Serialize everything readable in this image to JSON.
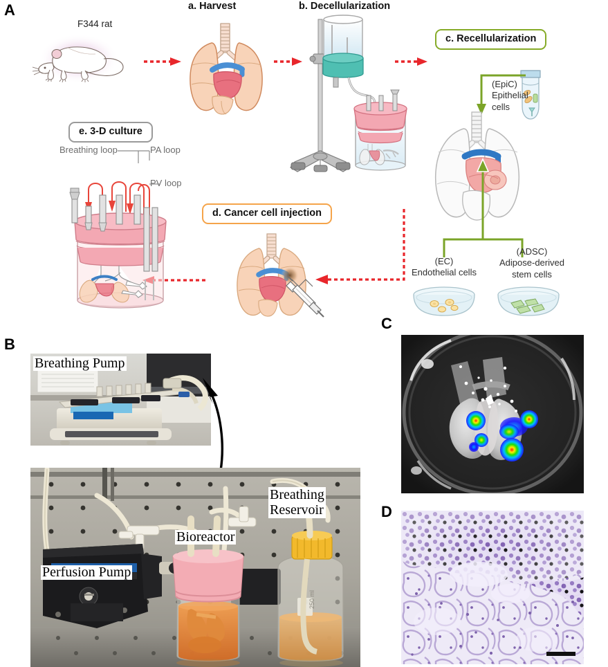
{
  "figure": {
    "panels": [
      {
        "letter": "A"
      },
      {
        "letter": "B"
      },
      {
        "letter": "C"
      },
      {
        "letter": "D"
      }
    ]
  },
  "panelA": {
    "steps": {
      "a": "a.  Harvest",
      "b": "b.  Decellularization",
      "c": "c.  Recellularization",
      "d": "d.  Cancer cell injection",
      "e": "e.  3-D culture"
    },
    "step_colors": {
      "c_border": "#86ab28",
      "d_border": "#f5a44a",
      "e_border": "#9a9a9a",
      "arrow_red": "#e8262b",
      "arrow_green": "#7ba428"
    },
    "animal_label": "F344 rat",
    "cell_sources": [
      {
        "abbrev": "(EpiC)",
        "name_line1": "Epithelial",
        "name_line2": "cells"
      },
      {
        "abbrev": "(EC)",
        "name_line1": "Endothelial cells",
        "name_line2": ""
      },
      {
        "abbrev": "(ADSC)",
        "name_line1": "Adipose-derived",
        "name_line2": "stem cells"
      }
    ],
    "bioreactor_loops": [
      {
        "label": "Breathing loop"
      },
      {
        "label": "PA loop"
      },
      {
        "label": "PV loop"
      }
    ]
  },
  "panelB": {
    "labels": {
      "breathing_pump": "Breathing Pump",
      "perfusion_pump": "Perfusion Pump",
      "bioreactor": "Bioreactor",
      "breathing_reservoir_line1": "Breathing",
      "breathing_reservoir_line2": "Reservoir"
    },
    "pump_text": {
      "tubing_strip": "USE 13, 14, 16, 25, 17, 18, TUBING",
      "model": "Model 77200-60",
      "fineprint_line1": "Use only MASTERFLEX® precision",
      "fineprint_line2": "tubing with MASTERFLEX pumps",
      "fineprint_line3": "to ensure optimum performance.",
      "fineprint_line4": "Use of other tubing may void",
      "fineprint_line5": "applicable warranties."
    },
    "bottle_text": "250 ml"
  },
  "panelC": {
    "description": "bioluminescence-overlay",
    "signal_colors": [
      "#ff0000",
      "#ffff00",
      "#00ff00",
      "#00c8ff",
      "#1414ff"
    ]
  },
  "panelD": {
    "description": "he-stained-lung-histology",
    "scalebar": ""
  }
}
